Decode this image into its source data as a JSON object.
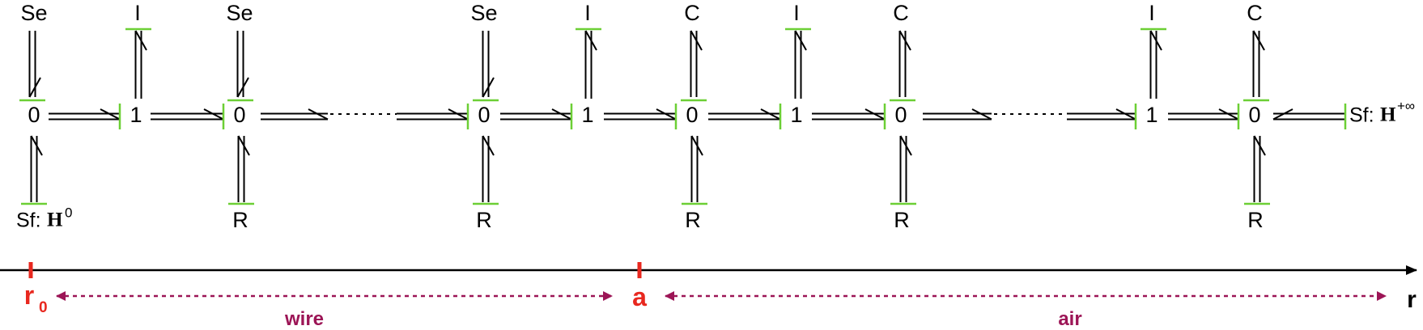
{
  "colors": {
    "stroke": "#6ccf35",
    "axis": "#000000",
    "marker": "#e8281f",
    "region": "#9c1556"
  },
  "labels": {
    "se": "Se",
    "i": "I",
    "c": "C",
    "r": "R",
    "zero": "0",
    "one": "1",
    "sf_left_prefix": "Sf:",
    "sf_left_sym": "H",
    "sf_left_sup": "0",
    "sf_right_prefix": "Sf:",
    "sf_right_sym": "H",
    "sf_right_sup": "+∞"
  },
  "axis": {
    "label": "r",
    "r0_main": "r",
    "r0_sub": "0",
    "a": "a",
    "wire": "wire",
    "air": "air"
  }
}
